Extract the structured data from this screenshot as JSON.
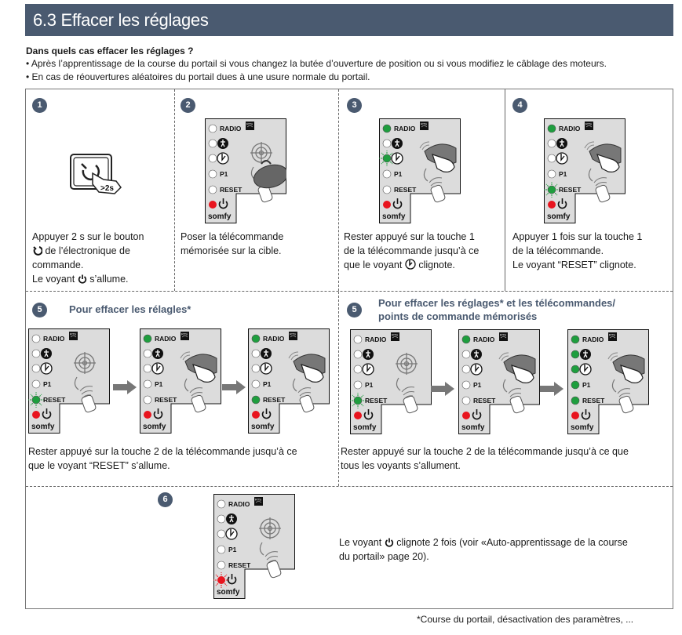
{
  "header": {
    "title": "6.3 Effacer les réglages"
  },
  "intro": {
    "title": "Dans quels cas effacer les réglages ?",
    "bullets": [
      "• Après l’apprentissage de la course du portail si vous changez la butée d’ouverture de position ou si vous modifiez le câblage des moteurs.",
      "• En cas de réouvertures aléatoires du portail dues à une usure normale du portail."
    ]
  },
  "panel_labels": {
    "radio": "RADIO",
    "p1": "P1",
    "reset": "RESET",
    "brand": "somfy",
    "rts": "RTS",
    "press": ">2s"
  },
  "colors": {
    "accent": "#4a5a70",
    "led_green": "#1e9e3e",
    "led_red": "#e8141e",
    "panel_bg": "#dcdcdc"
  },
  "steps": {
    "s1": {
      "num": "1",
      "line1": "Appuyer 2 s sur le bouton",
      "line2": "de l’électronique de",
      "line3": "commande.",
      "line4a": "Le voyant",
      "line4b": "s’allume."
    },
    "s2": {
      "num": "2",
      "line1": "Poser la télécommande",
      "line2": "mémorisée sur la cible."
    },
    "s3": {
      "num": "3",
      "line1": "Rester appuyé sur la touche 1",
      "line2": "de la télécommande jusqu’à ce",
      "line3a": "que le voyant",
      "line3b": "clignote."
    },
    "s4": {
      "num": "4",
      "line1": "Appuyer 1 fois sur la touche 1",
      "line2": "de la télécommande.",
      "line3": "Le voyant “RESET” clignote."
    },
    "s5a": {
      "num": "5",
      "title": "Pour effacer les rélagles*",
      "line1": "Rester appuyé sur la touche 2 de la télécommande jusqu’à ce",
      "line2": "que le voyant “RESET” s’allume."
    },
    "s5b": {
      "num": "5",
      "title1": "Pour effacer les réglages* et les télécommandes/",
      "title2": "points de commande mémorisés",
      "line1": "Rester appuyé sur la touche 2 de la télécommande jusqu’à ce que",
      "line2": "tous les voyants s’allument."
    },
    "s6": {
      "num": "6",
      "line1a": "Le voyant",
      "line1b": "clignote 2 fois (voir «Auto-apprentissage de la course",
      "line2": "du portail» page 20)."
    }
  },
  "footnote": "*Course du portail, désactivation des paramètres, ..."
}
